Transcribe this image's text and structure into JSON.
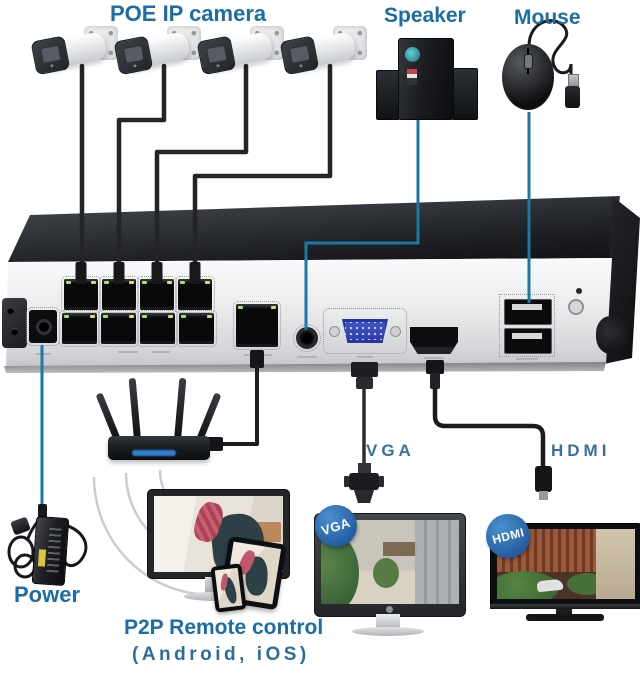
{
  "labels": {
    "poe_ip_camera": "POE IP camera",
    "speaker": "Speaker",
    "mouse": "Mouse",
    "vga_cable": "VGA",
    "hdmi_cable": "HDMI",
    "power": "Power",
    "p2p_title": "P2P Remote control",
    "p2p_subtitle": "(Android, iOS)"
  },
  "badges": {
    "vga_monitor": "VGA",
    "hdmi_tv": "HDMI"
  },
  "colors": {
    "label_blue": "#1c6da6",
    "sublabel_blue": "#3a719c",
    "connection_line_teal": "#1878a8",
    "badge_blue": "#2b6cb4",
    "cable_black": "#242426"
  },
  "icons": {
    "poe_camera": "bullet-security-camera",
    "speaker": "2.1-speaker-set",
    "mouse": "usb-mouse",
    "nvr": "8-channel-poe-nvr-rear-panel",
    "router": "wifi-router",
    "power_adapter": "dc-power-adapter",
    "p2p_devices": "monitor-tablet-phone",
    "vga_monitor": "desktop-monitor",
    "hdmi_tv": "flat-screen-tv",
    "wifi": "wifi-signal-arcs"
  }
}
